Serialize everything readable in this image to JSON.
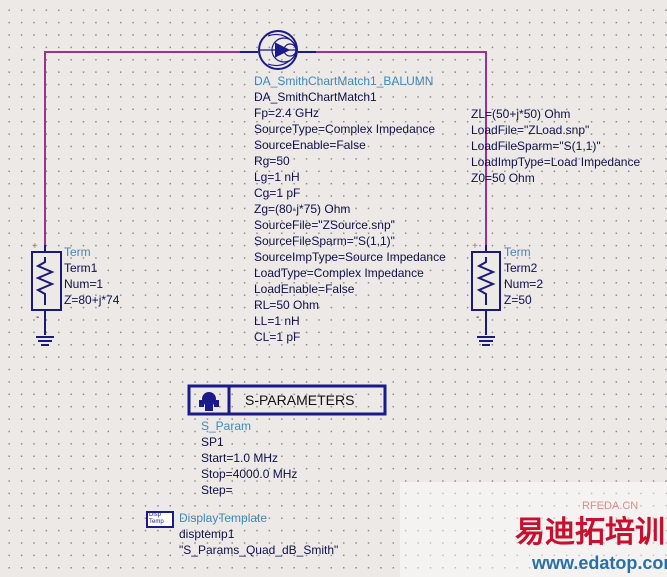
{
  "smith": {
    "instance_type": "DA_SmithChartMatch1_BALUMN",
    "params": [
      "DA_SmithChartMatch1",
      "Fp=2.4 GHz",
      "SourceType=Complex Impedance",
      "SourceEnable=False",
      "Rg=50",
      "Lg=1 nH",
      "Cg=1 pF",
      "Zg=(80-j*75) Ohm",
      "SourceFile=\"ZSource.snp\"",
      "SourceFileSparm=\"S(1,1)\"",
      "SourceImpType=Source Impedance",
      "LoadType=Complex Impedance",
      "LoadEnable=False",
      "RL=50 Ohm",
      "LL=1 nH",
      "CL=1 pF"
    ],
    "load_params": [
      "ZL=(50+j*50) Ohm",
      "LoadFile=\"ZLoad.snp\"",
      "LoadFileSparm=\"S(1,1)\"",
      "LoadImpType=Load Impedance",
      "Z0=50 Ohm"
    ]
  },
  "term1": {
    "type": "Term",
    "params": [
      "Term1",
      "Num=1",
      "Z=80+j*74"
    ]
  },
  "term2": {
    "type": "Term",
    "params": [
      "Term2",
      "Num=2",
      "Z=50"
    ]
  },
  "sparam": {
    "title": "S-PARAMETERS",
    "type": "S_Param",
    "params": [
      "SP1",
      "Start=1.0 MHz",
      "Stop=4000.0 MHz",
      "Step="
    ]
  },
  "display": {
    "icon_text": "Disp Temp",
    "type": "DisplayTemplate",
    "params": [
      "disptemp1",
      "\"S_Params_Quad_dB_Smith\""
    ]
  },
  "watermark": {
    "site": "RFEDA.CN",
    "brand": "易迪拓培训",
    "url": "www.edatop.com"
  },
  "colors": {
    "wire": "#a0308f",
    "component": "#10106e",
    "type_label": "#3f88b8",
    "background": "#ece9e6"
  }
}
